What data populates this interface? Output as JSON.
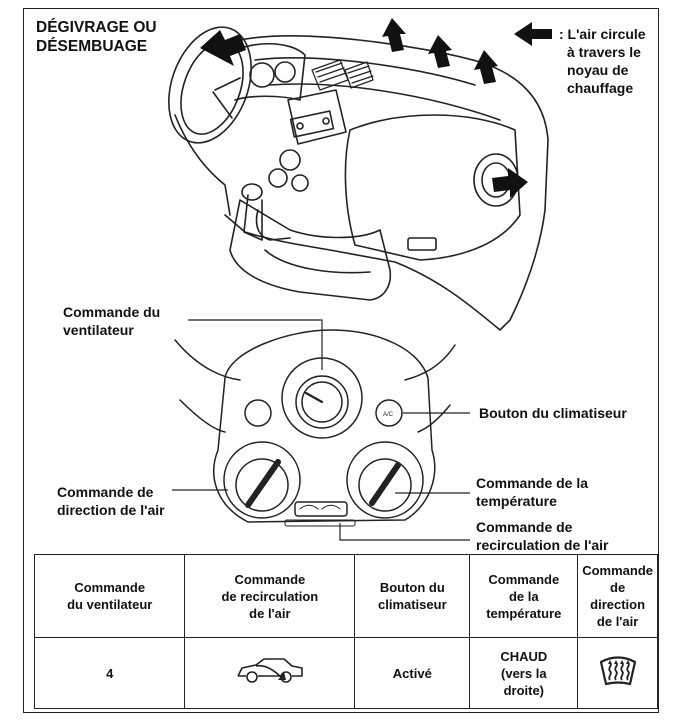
{
  "title": [
    "DÉGIVRAGE OU",
    "DÉSEMBUAGE"
  ],
  "legend": ": L'air circule à travers le noyau de chauffage",
  "legend_lines": [
    ": L'air circule",
    "à travers le",
    "noyau de",
    "chauffage"
  ],
  "labels": {
    "fan": [
      "Commande du",
      "ventilateur"
    ],
    "ac": [
      "Bouton du climatiseur"
    ],
    "temp": [
      "Commande de la",
      "température"
    ],
    "direction": [
      "Commande de",
      "direction de l'air"
    ],
    "recirc": [
      "Commande de",
      "recirculation de l'air"
    ]
  },
  "table": {
    "headers": [
      [
        "Commande",
        "du ventilateur"
      ],
      [
        "Commande",
        "de recirculation",
        "de l'air"
      ],
      [
        "Bouton du",
        "climatiseur"
      ],
      [
        "Commande",
        "de la",
        "température"
      ],
      [
        "Commande",
        "de direction",
        "de l'air"
      ]
    ],
    "values": {
      "fan": "4",
      "recirc_icon": "car-recirculation-icon",
      "ac": "Activé",
      "temp": [
        "CHAUD",
        "(vers la",
        "droite)"
      ],
      "direction_icon": "windshield-defrost-icon"
    }
  },
  "icons": {
    "arrow": "airflow-arrow-icon"
  }
}
